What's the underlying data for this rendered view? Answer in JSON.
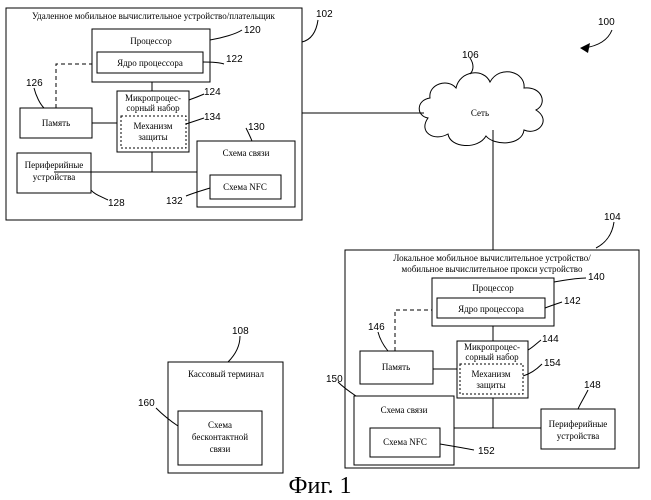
{
  "figure": {
    "caption": "Фиг. 1",
    "system_ref": "100",
    "network": {
      "label": "Сеть",
      "ref": "106"
    },
    "payer_device": {
      "title": "Удаленное мобильное вычислительное устройство/плательщик",
      "ref": "102",
      "processor": {
        "label": "Процессор",
        "ref": "120"
      },
      "core": {
        "label": "Ядро процессора",
        "ref": "122"
      },
      "chipset": {
        "label_line1": "Микропроцес-",
        "label_line2": "сорный набор",
        "ref": "124"
      },
      "security": {
        "label_line1": "Механизм",
        "label_line2": "защиты",
        "ref": "134"
      },
      "memory": {
        "label": "Память",
        "ref": "126"
      },
      "comm": {
        "label": "Схема связи",
        "ref": "130"
      },
      "nfc": {
        "label": "Схема NFC",
        "ref": "132"
      },
      "peripheral": {
        "label_line1": "Периферийные",
        "label_line2": "устройства",
        "ref": "128"
      }
    },
    "proxy_device": {
      "title_line1": "Локальное мобильное вычислительное устройство/",
      "title_line2": "мобильное вычислительное прокси устройство",
      "ref": "104",
      "processor": {
        "label": "Процессор",
        "ref": "140"
      },
      "core": {
        "label": "Ядро процессора",
        "ref": "142"
      },
      "chipset": {
        "label_line1": "Микропроцес-",
        "label_line2": "сорный набор",
        "ref": "144"
      },
      "security": {
        "label_line1": "Механизм",
        "label_line2": "защиты",
        "ref": "154"
      },
      "memory": {
        "label": "Память",
        "ref": "146"
      },
      "comm": {
        "label": "Схема связи",
        "ref": "150"
      },
      "nfc": {
        "label": "Схема NFC",
        "ref": "152"
      },
      "peripheral": {
        "label_line1": "Периферийные",
        "label_line2": "устройства",
        "ref": "148"
      }
    },
    "pos_terminal": {
      "title": "Кассовый терминал",
      "ref": "108",
      "contactless": {
        "label_line1": "Схема",
        "label_line2": "бесконтактной",
        "label_line3": "связи",
        "ref": "160"
      }
    }
  }
}
